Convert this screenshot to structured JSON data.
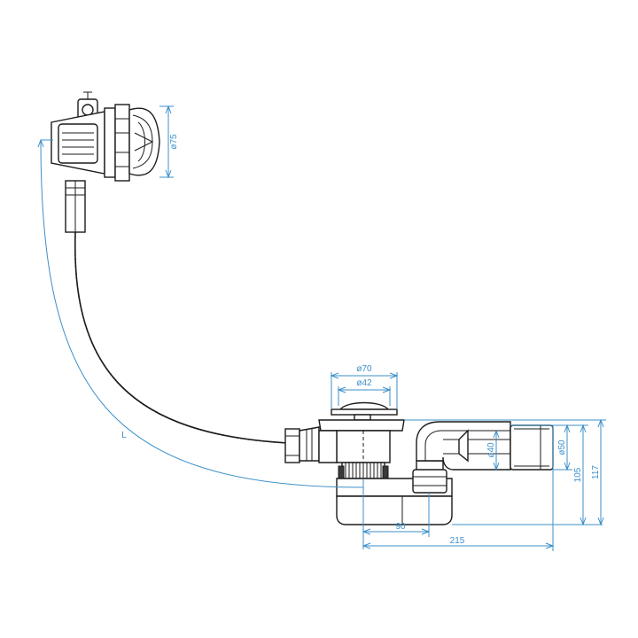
{
  "colors": {
    "line": "#1b1b1b",
    "dimension": "#3d8fc9",
    "background": "#ffffff"
  },
  "dimensions": {
    "overflow_diameter": "ø75",
    "plug_outer_diameter": "ø70",
    "plug_inner_diameter": "ø42",
    "outlet_inner_diameter": "ø40",
    "outlet_outer_diameter": "ø50",
    "height_outlet": "105",
    "height_total": "117",
    "width_trap": "90",
    "width_total": "215",
    "hose_length": "L"
  }
}
